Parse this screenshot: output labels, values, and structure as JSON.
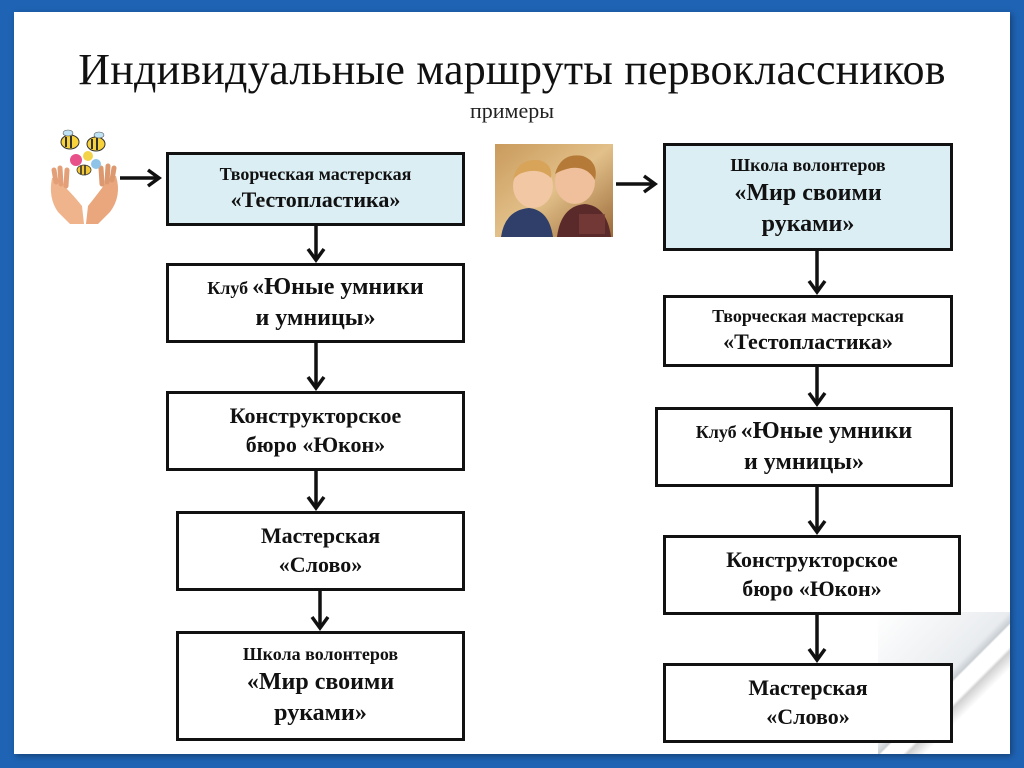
{
  "slide": {
    "title": "Индивидуальные маршруты первоклассников",
    "subtitle": "примеры"
  },
  "left_route": {
    "steps": [
      {
        "line1": "Творческая мастерская",
        "line2": "«Тестопластика»"
      },
      {
        "prefix": "Клуб",
        "line1": "«Юные умники",
        "line2": "и умницы»"
      },
      {
        "line1": "Конструкторское",
        "line2": "бюро «Юкон»"
      },
      {
        "line1": "Мастерская",
        "line2": "«Слово»"
      },
      {
        "line1": "Школа волонтеров",
        "line2": "«Мир своими",
        "line3": "руками»"
      }
    ]
  },
  "right_route": {
    "steps": [
      {
        "line1": "Школа волонтеров",
        "line2": "«Мир своими",
        "line3": "руками»"
      },
      {
        "line1": "Творческая мастерская",
        "line2": "«Тестопластика»"
      },
      {
        "prefix": "Клуб",
        "line1": "«Юные умники",
        "line2": "и умницы»"
      },
      {
        "line1": "Конструкторское",
        "line2": "бюро «Юкон»"
      },
      {
        "line1": "Мастерская",
        "line2": "«Слово»"
      }
    ]
  },
  "images": {
    "left": "hands-with-bees-illustration",
    "right": "two-children-photo"
  },
  "colors": {
    "frame": "#1f63b4",
    "first_box_fill": "#dbeef4",
    "border": "#111111"
  }
}
